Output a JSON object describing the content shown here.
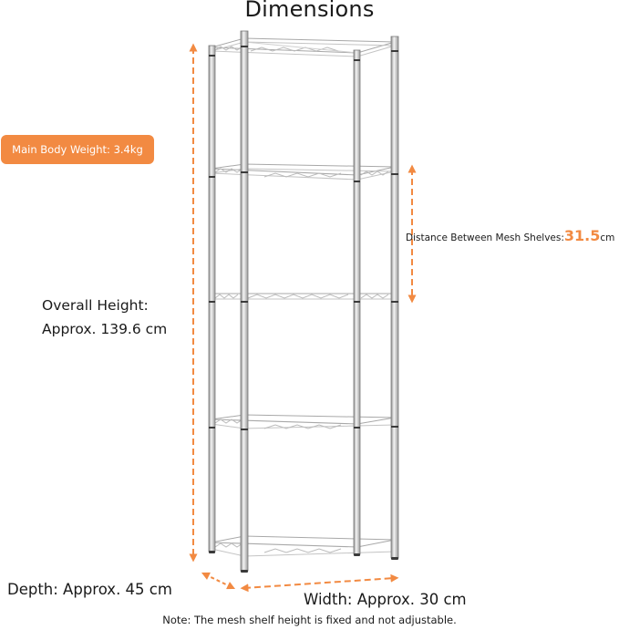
{
  "title": "Dimensions",
  "weight_badge": {
    "label": "Main Body Weight:",
    "value": "3.4kg"
  },
  "overall_height": {
    "line1": "Overall Height:",
    "line2": "Approx. 139.6 cm"
  },
  "shelf_distance": {
    "label": "Distance Between Mesh Shelves:",
    "value": "31.5",
    "unit": "cm"
  },
  "depth": {
    "label": "Depth: Approx. 45 cm"
  },
  "width": {
    "label": "Width: Approx. 30 cm"
  },
  "note": "Note: The mesh shelf height is fixed and not adjustable.",
  "colors": {
    "accent": "#f28a42",
    "text": "#1a1a1a",
    "rack": "#9a9a9a",
    "background": "#ffffff"
  },
  "shelf_count": 5
}
